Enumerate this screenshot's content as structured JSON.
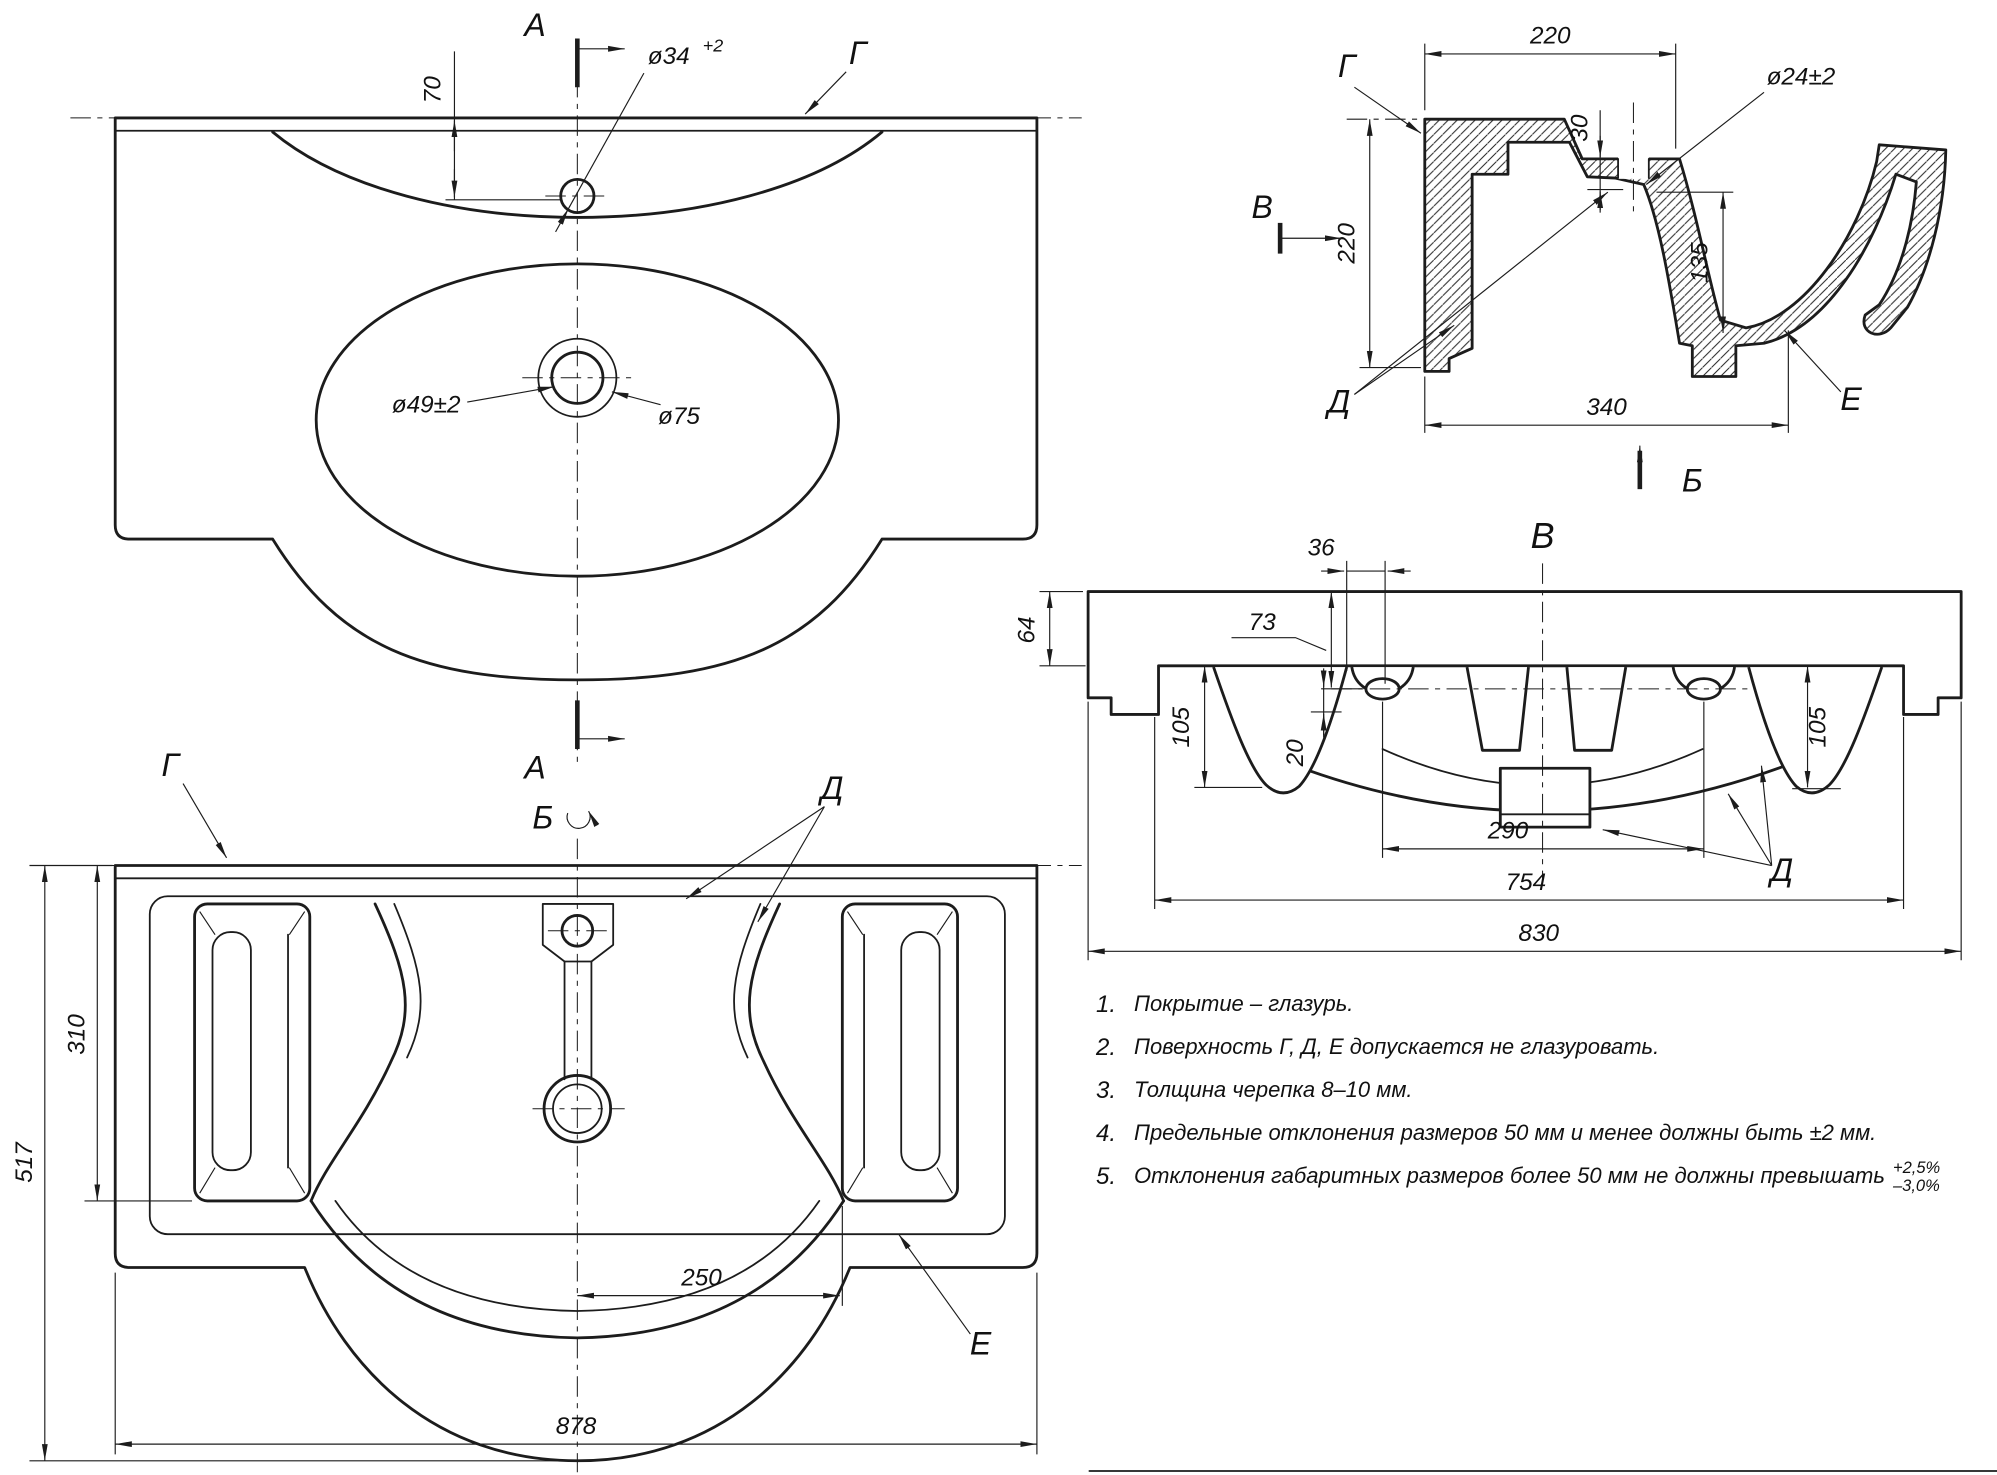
{
  "top_view": {
    "section_letter_top": "А",
    "section_letter_bottom": "А",
    "label_g": "Г",
    "dim_70": "70",
    "dim_faucet": "ø34",
    "dim_faucet_tol": "+2",
    "dim_drain": "ø49±2",
    "dim_overflow": "ø75"
  },
  "section_view": {
    "dim_220_top": "220",
    "dim_hole": "ø24±2",
    "dim_30": "30",
    "dim_135": "135",
    "dim_220_left": "220",
    "dim_340": "340",
    "label_g": "Г",
    "label_d": "Д",
    "label_e": "Е",
    "label_v": "В",
    "label_b": "Б"
  },
  "bottom_view": {
    "label_g": "Г",
    "label_b": "Б",
    "label_d": "Д",
    "label_e": "Е",
    "dim_310": "310",
    "dim_517": "517",
    "dim_250": "250",
    "dim_878": "878"
  },
  "view_v": {
    "title": "В",
    "dim_36": "36",
    "dim_73": "73",
    "dim_64": "64",
    "dim_105_left": "105",
    "dim_20": "20",
    "dim_105_right": "105",
    "dim_290": "290",
    "dim_754": "754",
    "dim_830": "830",
    "label_d": "Д"
  },
  "notes": [
    {
      "num": "1.",
      "text": "Покрытие – глазурь."
    },
    {
      "num": "2.",
      "text": "Поверхность Г, Д, Е допускается не глазуровать."
    },
    {
      "num": "3.",
      "text": "Толщина черепка 8–10 мм."
    },
    {
      "num": "4.",
      "text": "Предельные отклонения размеров 50 мм и менее должны быть ±2  мм."
    },
    {
      "num": "5.",
      "text": "Отклонения габаритных размеров более 50 мм не должны превышать",
      "tol_plus": "+2,5%",
      "tol_minus": "–3,0%"
    }
  ]
}
